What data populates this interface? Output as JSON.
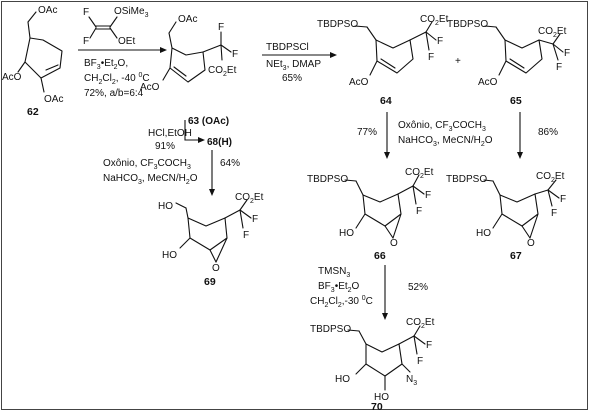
{
  "compounds": {
    "c62": {
      "number": "62",
      "labels": {
        "oac_top": "OAc",
        "oac_left": "AcO",
        "oac_bottom": "OAc"
      }
    },
    "reagent_ketene": {
      "f1": "F",
      "f2": "F",
      "osime3": "OSiMe",
      "osime3_sub": "3",
      "oet": "OEt"
    },
    "c63_68": {
      "labels": {
        "oac_top": "OAc",
        "oac_left": "AcO",
        "f1": "F",
        "f2": "F",
        "co2et": "CO",
        "co2et_sub": "2",
        "co2et_tail": "Et"
      }
    },
    "c64": {
      "number": "64",
      "labels": {
        "tbdps": "TBDPSO",
        "co2et": "CO",
        "co2et_sub": "2",
        "co2et_tail": "Et",
        "f1": "F",
        "f2": "F",
        "aco": "AcO"
      }
    },
    "c65": {
      "number": "65",
      "labels": {
        "tbdps": "TBDPSO",
        "co2et": "CO",
        "co2et_sub": "2",
        "co2et_tail": "Et",
        "f1": "F",
        "f2": "F",
        "aco": "AcO"
      }
    },
    "plus": "+",
    "c66": {
      "number": "66",
      "labels": {
        "tbdps": "TBDPSO",
        "co2et": "CO",
        "co2et_sub": "2",
        "co2et_tail": "Et",
        "f1": "F",
        "f2": "F",
        "ho": "HO",
        "o_epox": "O"
      }
    },
    "c67": {
      "number": "67",
      "labels": {
        "tbdps": "TBDPSO",
        "co2et": "CO",
        "co2et_sub": "2",
        "co2et_tail": "Et",
        "f1": "F",
        "f2": "F",
        "ho": "HO",
        "o_epox": "O"
      }
    },
    "c69": {
      "number": "69",
      "labels": {
        "ho_top": "HO",
        "ho_left": "HO",
        "co2et": "CO",
        "co2et_sub": "2",
        "co2et_tail": "Et",
        "f1": "F",
        "f2": "F",
        "o_epox": "O"
      }
    },
    "c70": {
      "number": "70",
      "labels": {
        "tbdps": "TBDPSO",
        "co2et": "CO",
        "co2et_sub": "2",
        "co2et_tail": "Et",
        "f1": "F",
        "f2": "F",
        "ho_left": "HO",
        "ho_bottom": "HO",
        "n3": "N",
        "n3_sub": "3"
      }
    }
  },
  "steps": {
    "step1": {
      "line1": "BF",
      "line1_sub": "3",
      "line1_tail": "•Et",
      "line1_sub2": "2",
      "line1_tail2": "O,",
      "line2": "CH",
      "line2_sub": "2",
      "line2_mid": "Cl",
      "line2_sub2": "2",
      "line2_tail": ", -40 ",
      "line2_sup": "0",
      "line2_end": "C",
      "line3": "72%, a/b=6:4"
    },
    "step2": {
      "line1": "TBDPSCl",
      "line2": "NEt",
      "line2_sub": "3",
      "line2_tail": ", DMAP",
      "line3": "65%"
    },
    "step_63_68": {
      "label_63": "63 (OAc)",
      "label_68": "68(H)",
      "reagent1": "HCl,EtOH",
      "reagent2": "91%"
    },
    "step_68_69": {
      "line1": "Oxônio, CF",
      "line1_sub": "3",
      "line1_tail": "COCH",
      "line1_sub2": "3",
      "line2": "NaHCO",
      "line2_sub": "3",
      "line2_tail": ", MeCN/H",
      "line2_sub2": "2",
      "line2_end": "O",
      "yield": "64%"
    },
    "step_64_66": {
      "yield_left": "77%",
      "line1": "Oxônio, CF",
      "line1_sub": "3",
      "line1_tail": "COCH",
      "line1_sub2": "3",
      "line2": "NaHCO",
      "line2_sub": "3",
      "line2_tail": ", MeCN/H",
      "line2_sub2": "2",
      "line2_end": "O"
    },
    "step_65_67": {
      "yield": "86%"
    },
    "step_66_70": {
      "line1": "TMSN",
      "line1_sub": "3",
      "line2": "BF",
      "line2_sub": "3",
      "line2_tail": "•Et",
      "line2_sub2": "2",
      "line2_end": "O",
      "line3": "CH",
      "line3_sub": "2",
      "line3_mid": "Cl",
      "line3_sub2": "2",
      "line3_tail": ",-30 ",
      "line3_sup": "0",
      "line3_end": "C",
      "yield": "52%"
    }
  }
}
